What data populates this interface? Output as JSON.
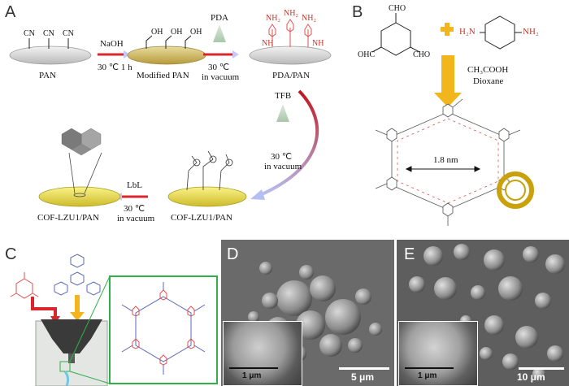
{
  "panels": {
    "a": "A",
    "b": "B",
    "c": "C",
    "d": "D",
    "e": "E"
  },
  "panel_a": {
    "pan": "PAN",
    "naoh": "NaOH",
    "cond1": "30 ℃ 1 h",
    "modified_pan": "Modified PAN",
    "pda": "PDA",
    "cond2_temp": "30 ℃",
    "cond2_env": "in vacuum",
    "pda_pan": "PDA/PAN",
    "tfb": "TFB",
    "cond3_temp": "30 ℃",
    "cond3_env": "in vacuum",
    "lbl": "LbL",
    "cond4_temp": "30 ℃",
    "cond4_env": "in vacuum",
    "cof_left": "COF-LZU1/PAN",
    "cof_right": "COF-LZU1/PAN",
    "cn": "CN",
    "oh": "OH",
    "nh2": "NH₂",
    "nh": "NH"
  },
  "panel_b": {
    "cho": "CHO",
    "ohc": "OHC",
    "h2n": "H₂N",
    "nh2": "NH₂",
    "reagent": "CH₃COOH",
    "solvent": "Dioxane",
    "pore_size": "1.8 nm"
  },
  "panel_d": {
    "inset_scale": "1 μm",
    "main_scale": "5 μm"
  },
  "panel_e": {
    "inset_scale": "1 μm",
    "main_scale": "10 μm"
  },
  "colors": {
    "red_arrow": "#d8262c",
    "pda_gray": "#cfd8cf",
    "disk_gold": "#c9b24a",
    "cof_yellow": "#f0e24a",
    "amine_red": "#e0524f",
    "blue_frame": "#5a67b8",
    "green_box": "#2fb04a",
    "orange_arrow": "#f2b61c"
  }
}
